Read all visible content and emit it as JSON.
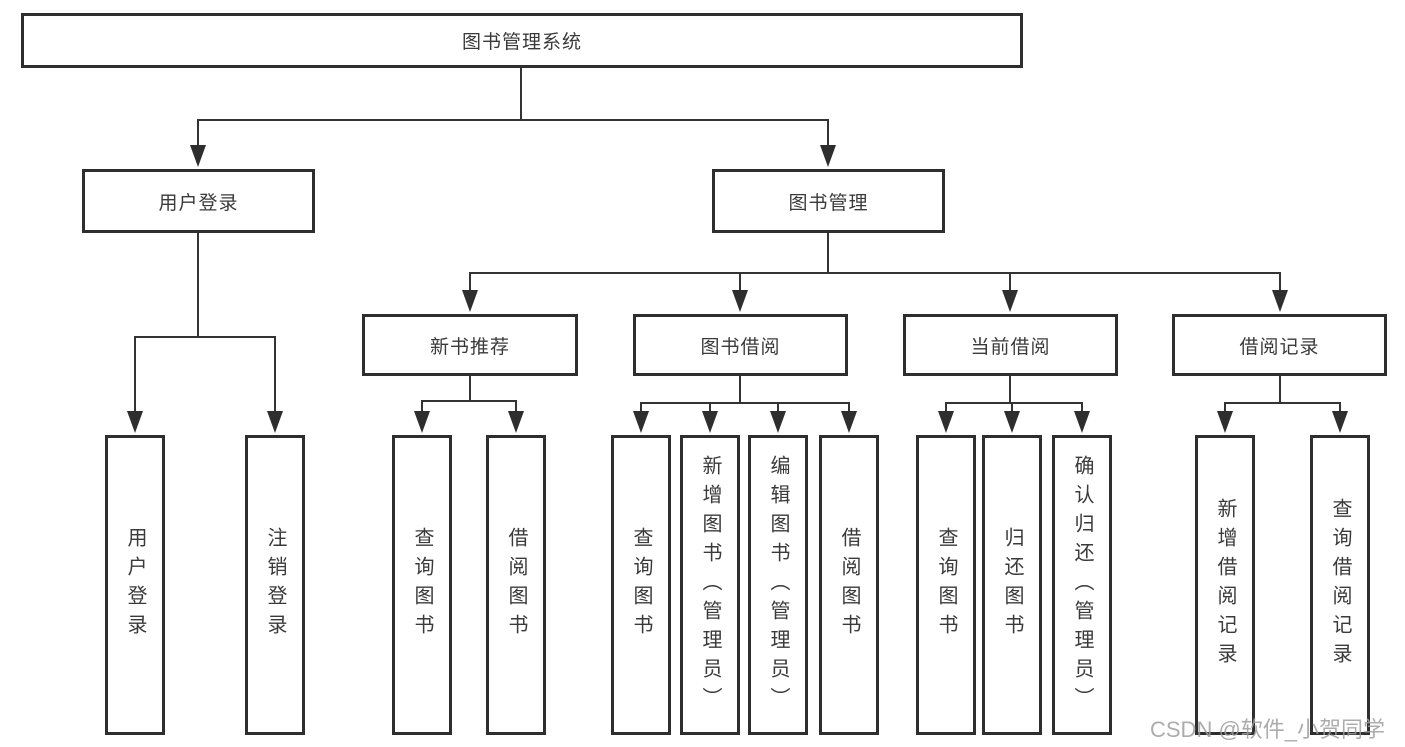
{
  "diagram": {
    "root": {
      "label": "图书管理系统"
    },
    "level2": [
      {
        "label": "用户登录"
      },
      {
        "label": "图书管理"
      }
    ],
    "level3": [
      {
        "label": "新书推荐"
      },
      {
        "label": "图书借阅"
      },
      {
        "label": "当前借阅"
      },
      {
        "label": "借阅记录"
      }
    ],
    "leaves": {
      "user_login": [
        "用户登录",
        "注销登录"
      ],
      "new_books": [
        "查询图书",
        "借阅图书"
      ],
      "book_borrow": [
        "查询图书",
        "新增图书（管理员）",
        "编辑图书（管理员）",
        "借阅图书"
      ],
      "current_borrow": [
        "查询图书",
        "归还图书",
        "确认归还（管理员）"
      ],
      "borrow_records": [
        "新增借阅记录",
        "查询借阅记录"
      ]
    }
  },
  "watermark": "CSDN @软件_小贺同学",
  "colors": {
    "line": "#333333",
    "box_border": "#2e2e2e",
    "text": "#3a3a3a",
    "watermark": "#9e9e9e",
    "background": "#ffffff"
  }
}
